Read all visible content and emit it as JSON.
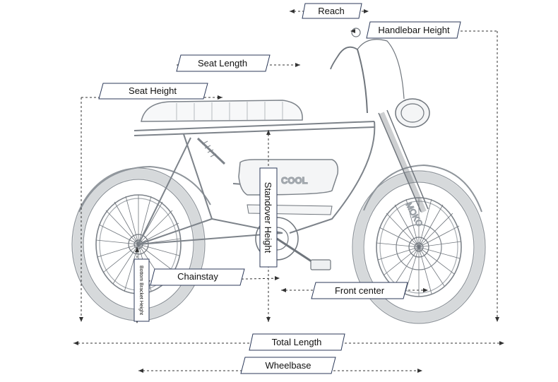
{
  "labels": {
    "reach": "Reach",
    "handlebar_height": "Handlebar Height",
    "seat_length": "Seat Length",
    "seat_height": "Seat Height",
    "standover_height": "Standover Height",
    "bottom_bracket_height": "Bottom Bracket Height",
    "chainstay": "Chainstay",
    "front_center": "Front center",
    "total_length": "Total Length",
    "wheelbase": "Wheelbase"
  },
  "frame_logo": "COOL",
  "fork_logo": "MOKO",
  "colors": {
    "label_border": "#2c3a5a",
    "dimension_line": "#333333",
    "sketch": "#9aa0a6",
    "sketch_light": "#c8ccd0"
  }
}
